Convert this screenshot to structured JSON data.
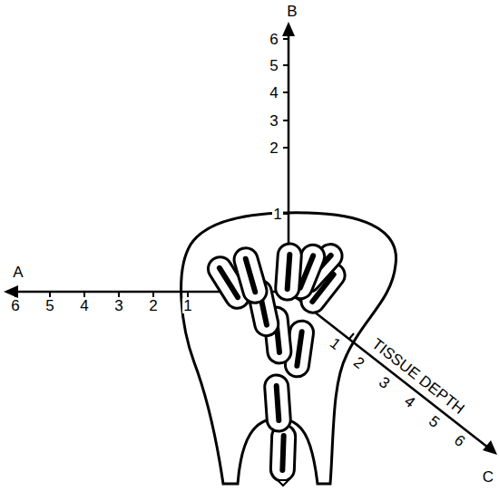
{
  "diagram": {
    "labels": [
      "A",
      "6",
      "5",
      "4",
      "3",
      "2",
      "1",
      "B",
      "6",
      "5",
      "4",
      "3",
      "2",
      "1",
      "1",
      "2",
      "3",
      "4",
      "5",
      "6",
      "TISSUE DEPTH",
      "C"
    ]
  }
}
